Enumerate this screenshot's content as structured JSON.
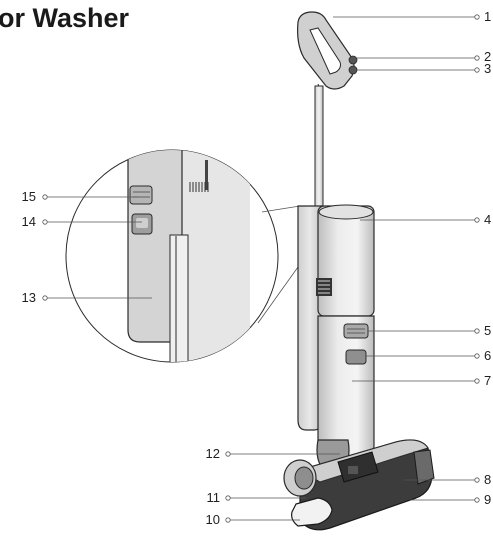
{
  "title": "or Washer",
  "callouts": {
    "c1": "1",
    "c2": "2",
    "c3": "3",
    "c4": "4",
    "c5": "5",
    "c6": "6",
    "c7": "7",
    "c8": "8",
    "c9": "9",
    "c10": "10",
    "c11": "11",
    "c12": "12",
    "c13": "13",
    "c14": "14",
    "c15": "15"
  },
  "colors": {
    "outline": "#2a2a2a",
    "body_gray": "#d9d9d9",
    "light_gray": "#ececec",
    "mid_gray": "#b8b8b8",
    "dark": "#333333",
    "leader": "#555555"
  }
}
